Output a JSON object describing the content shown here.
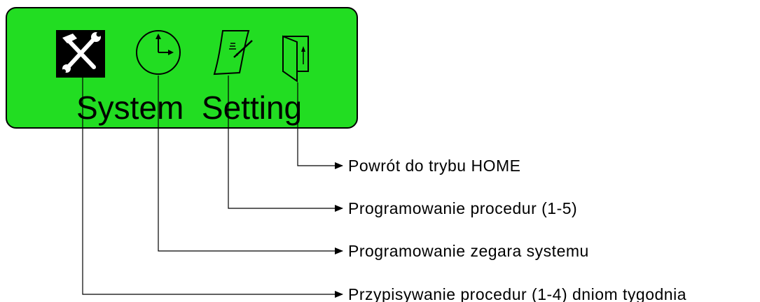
{
  "screen": {
    "title": "System  Setting",
    "background_color": "#22dd22",
    "icons": [
      {
        "name": "tools-icon",
        "description": "system settings (hammer and wrench)"
      },
      {
        "name": "clock-icon",
        "description": "clock"
      },
      {
        "name": "document-pen-icon",
        "description": "program / procedure"
      },
      {
        "name": "exit-door-icon",
        "description": "return / exit"
      }
    ]
  },
  "callouts": [
    {
      "text": "Powrót do trybu HOME"
    },
    {
      "text": "Programowanie procedur (1-5)"
    },
    {
      "text": "Programowanie zegara systemu"
    },
    {
      "text": "Przypisywanie procedur (1-4) dniom tygodnia"
    }
  ]
}
